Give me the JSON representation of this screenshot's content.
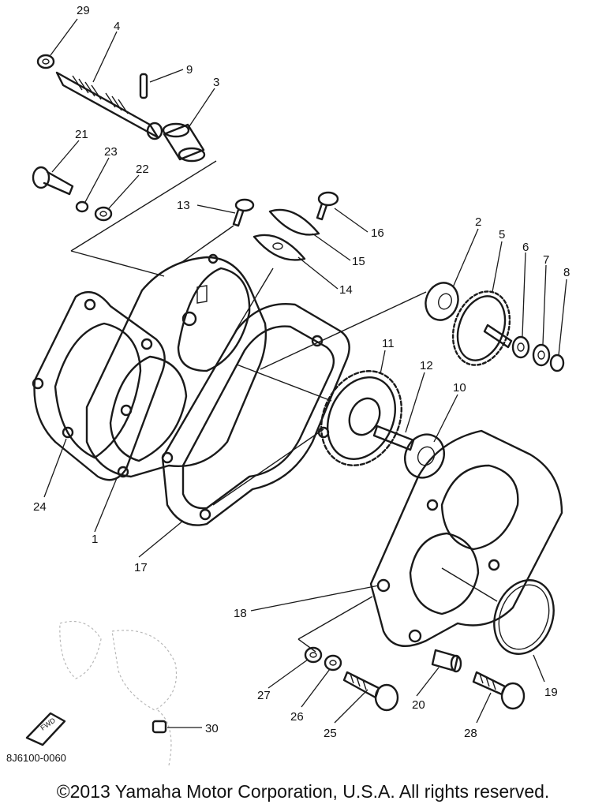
{
  "diagram": {
    "code": "8J6100-0060",
    "fwd_label": "FWD",
    "parts": [
      {
        "id": "label-29",
        "text": "29"
      },
      {
        "id": "label-4",
        "text": "4"
      },
      {
        "id": "label-9",
        "text": "9"
      },
      {
        "id": "label-3",
        "text": "3"
      },
      {
        "id": "label-21",
        "text": "21"
      },
      {
        "id": "label-23",
        "text": "23"
      },
      {
        "id": "label-22",
        "text": "22"
      },
      {
        "id": "label-13",
        "text": "13"
      },
      {
        "id": "label-16",
        "text": "16"
      },
      {
        "id": "label-15",
        "text": "15"
      },
      {
        "id": "label-14",
        "text": "14"
      },
      {
        "id": "label-2",
        "text": "2"
      },
      {
        "id": "label-5",
        "text": "5"
      },
      {
        "id": "label-6",
        "text": "6"
      },
      {
        "id": "label-7",
        "text": "7"
      },
      {
        "id": "label-8",
        "text": "8"
      },
      {
        "id": "label-11",
        "text": "11"
      },
      {
        "id": "label-12",
        "text": "12"
      },
      {
        "id": "label-10",
        "text": "10"
      },
      {
        "id": "label-24",
        "text": "24"
      },
      {
        "id": "label-1",
        "text": "1"
      },
      {
        "id": "label-17",
        "text": "17"
      },
      {
        "id": "label-18",
        "text": "18"
      },
      {
        "id": "label-19",
        "text": "19"
      },
      {
        "id": "label-27",
        "text": "27"
      },
      {
        "id": "label-26",
        "text": "26"
      },
      {
        "id": "label-25",
        "text": "25"
      },
      {
        "id": "label-20",
        "text": "20"
      },
      {
        "id": "label-28",
        "text": "28"
      },
      {
        "id": "label-30",
        "text": "30"
      }
    ]
  },
  "footer": {
    "copyright": "©2013 Yamaha Motor Corporation, U.S.A. All rights reserved."
  }
}
